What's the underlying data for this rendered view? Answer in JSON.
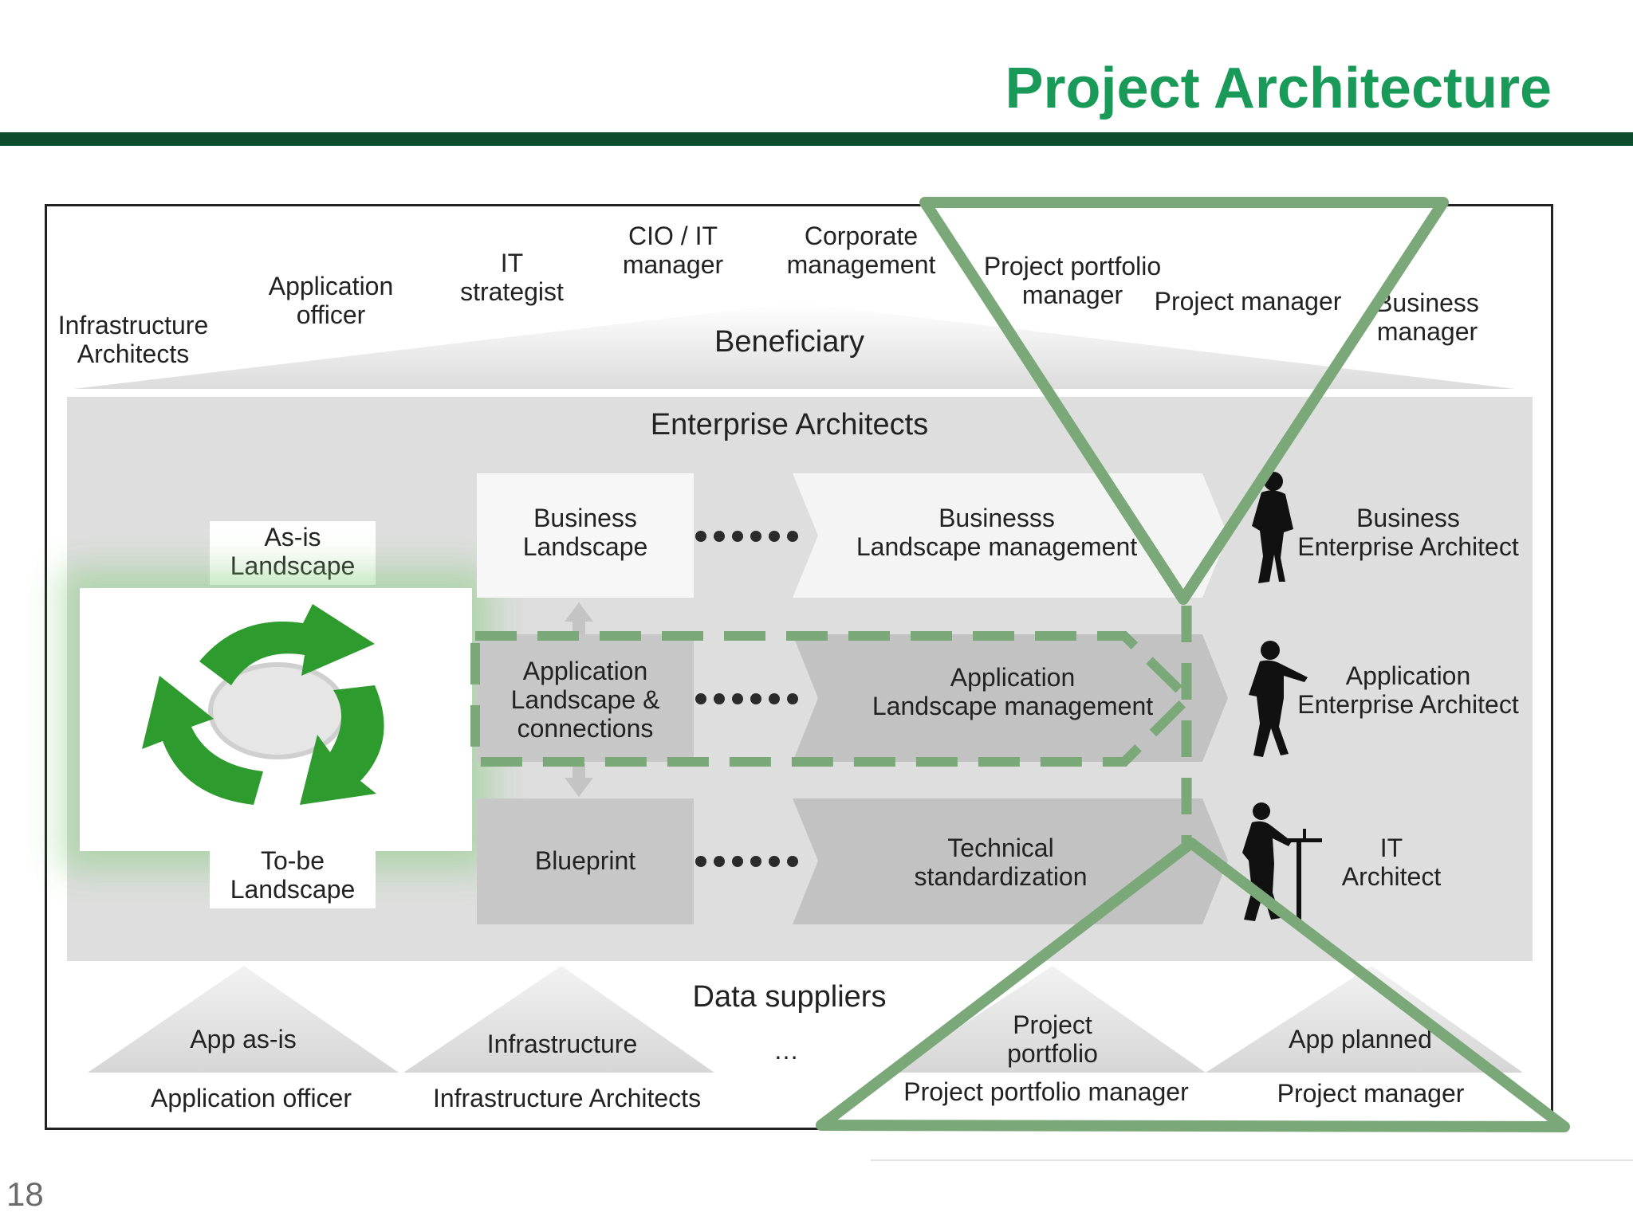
{
  "header": {
    "title": "Project Architecture",
    "title_color": "#1a9a58",
    "rule_color": "#0d4d2e"
  },
  "page_number": "18",
  "beneficiary": {
    "title": "Beneficiary",
    "roles": [
      {
        "line1": "Infrastructure",
        "line2": "Architects"
      },
      {
        "line1": "Application",
        "line2": "officer"
      },
      {
        "line1": "IT",
        "line2": "strategist"
      },
      {
        "line1": "CIO / IT",
        "line2": "manager"
      },
      {
        "line1": "Corporate",
        "line2": "management"
      },
      {
        "line1": "Project portfolio",
        "line2": "manager"
      },
      {
        "line1": "Project manager",
        "line2": ""
      },
      {
        "line1": "Business",
        "line2": "manager"
      }
    ]
  },
  "enterprise": {
    "title": "Enterprise Architects",
    "as_is": {
      "line1": "As-is",
      "line2": "Landscape"
    },
    "to_be": {
      "line1": "To-be",
      "line2": "Landscape"
    },
    "rows": [
      {
        "left": {
          "line1": "Business",
          "line2": "Landscape",
          "line3": ""
        },
        "right": {
          "line1": "Businesss",
          "line2": "Landscape management"
        },
        "role": {
          "line1": "Business",
          "line2": "Enterprise Architect"
        }
      },
      {
        "left": {
          "line1": "Application",
          "line2": "Landscape &",
          "line3": "connections"
        },
        "right": {
          "line1": "Application",
          "line2": "Landscape management"
        },
        "role": {
          "line1": "Application",
          "line2": "Enterprise Architect"
        }
      },
      {
        "left": {
          "line1": "Blueprint",
          "line2": "",
          "line3": ""
        },
        "right": {
          "line1": "Technical",
          "line2": "standardization"
        },
        "role": {
          "line1": "IT",
          "line2": "Architect"
        }
      }
    ]
  },
  "data_suppliers": {
    "title": "Data suppliers",
    "ellipsis": "…",
    "items": [
      {
        "top": "App as-is",
        "top2": "",
        "bottom": "Application officer"
      },
      {
        "top": "Infrastructure",
        "top2": "",
        "bottom": "Infrastructure Architects"
      },
      {
        "top": "Project",
        "top2": "portfolio",
        "bottom": "Project portfolio manager"
      },
      {
        "top": "App planned",
        "top2": "",
        "bottom": "Project manager"
      }
    ]
  },
  "overlay": {
    "color": "#7aa878",
    "recycle_color": "#2e9b2e"
  }
}
